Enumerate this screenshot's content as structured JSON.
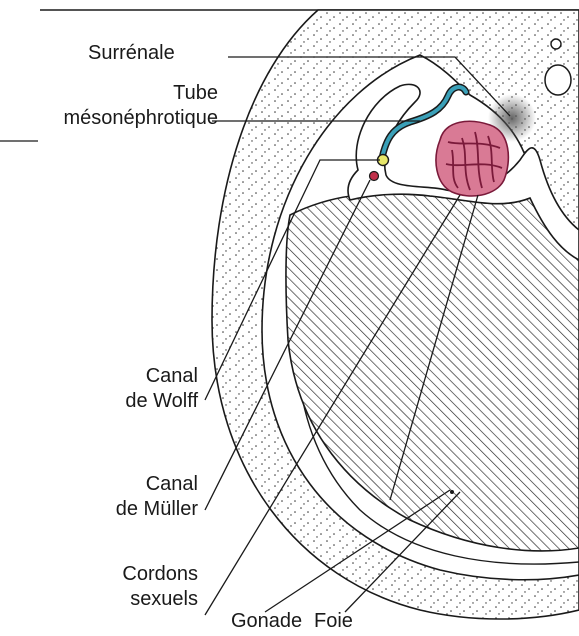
{
  "labels": {
    "surrenale": "Surrénale",
    "tube_line1": "Tube",
    "tube_line2": "mésonéphrotique",
    "wolff_line1": "Canal",
    "wolff_line2": "de Wolff",
    "muller_line1": "Canal",
    "muller_line2": "de Müller",
    "cordons_line1": "Cordons",
    "cordons_line2": "sexuels",
    "gonade": "Gonade",
    "foie": "Foie"
  },
  "colors": {
    "outline": "#1a1a1a",
    "tube": "#3aa0b8",
    "gonad": "#d97a95",
    "gonad_detail": "#7a1a3a",
    "wolff_duct": "#e8e86a",
    "muller_duct": "#c0304a",
    "hatch": "#222222",
    "stipple": "#333333"
  }
}
